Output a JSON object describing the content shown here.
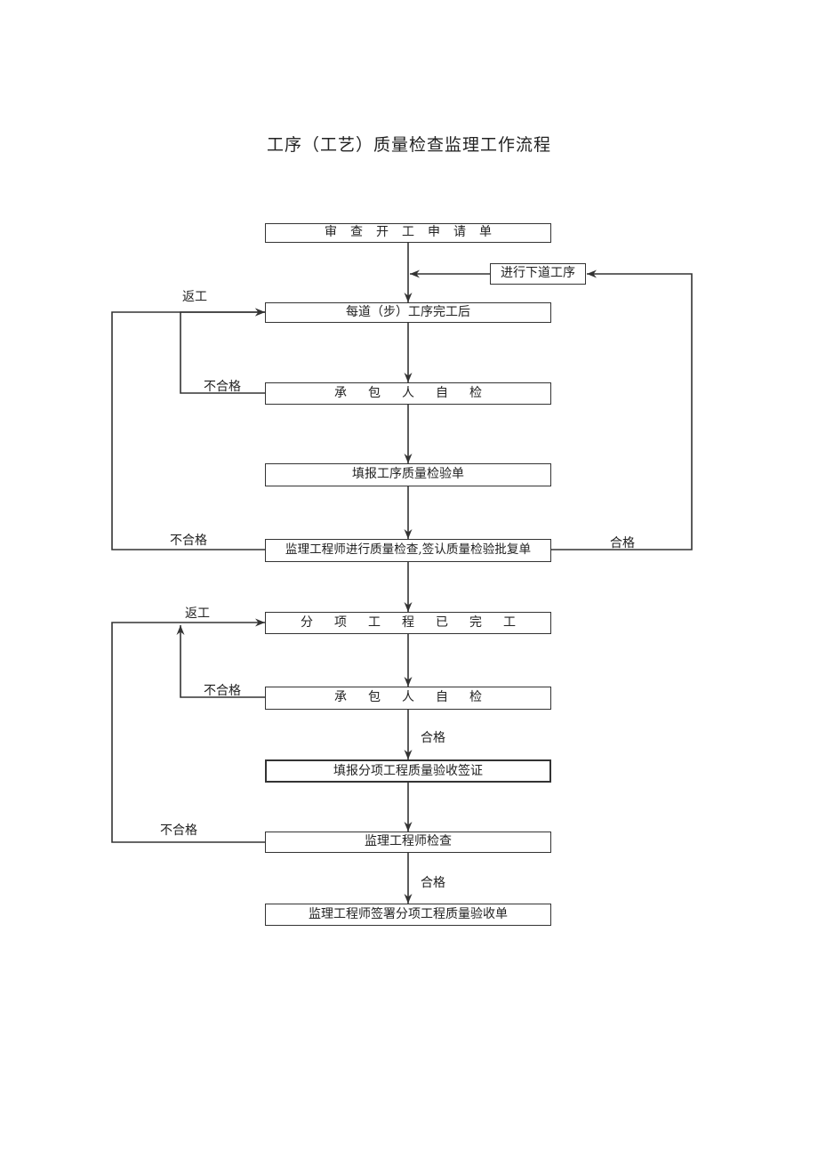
{
  "title": "工序（工艺）质量检查监理工作流程",
  "boxes": {
    "review_start_request": "审查开工申请单",
    "next_process": "进行下道工序",
    "after_each_step": "每道（步）工序完工后",
    "contractor_self_check_1": "承包人自检",
    "fill_process_quality_form": "填报工序质量检验单",
    "engineer_quality_check": "监理工程师进行质量检查,签认质量检验批复单",
    "sub_item_completed": "分项工程已完工",
    "contractor_self_check_2": "承包人自检",
    "fill_sub_item_acceptance": "填报分项工程质量验收签证",
    "engineer_check": "监理工程师检查",
    "engineer_sign_acceptance": "监理工程师签署分项工程质量验收单"
  },
  "labels": {
    "rework_1": "返工",
    "fail_1": "不合格",
    "fail_2": "不合格",
    "pass_1": "合格",
    "rework_2": "返工",
    "fail_3": "不合格",
    "pass_2": "合格",
    "fail_4": "不合格",
    "pass_3": "合格"
  },
  "colors": {
    "line": "#333333",
    "text": "#222222"
  }
}
